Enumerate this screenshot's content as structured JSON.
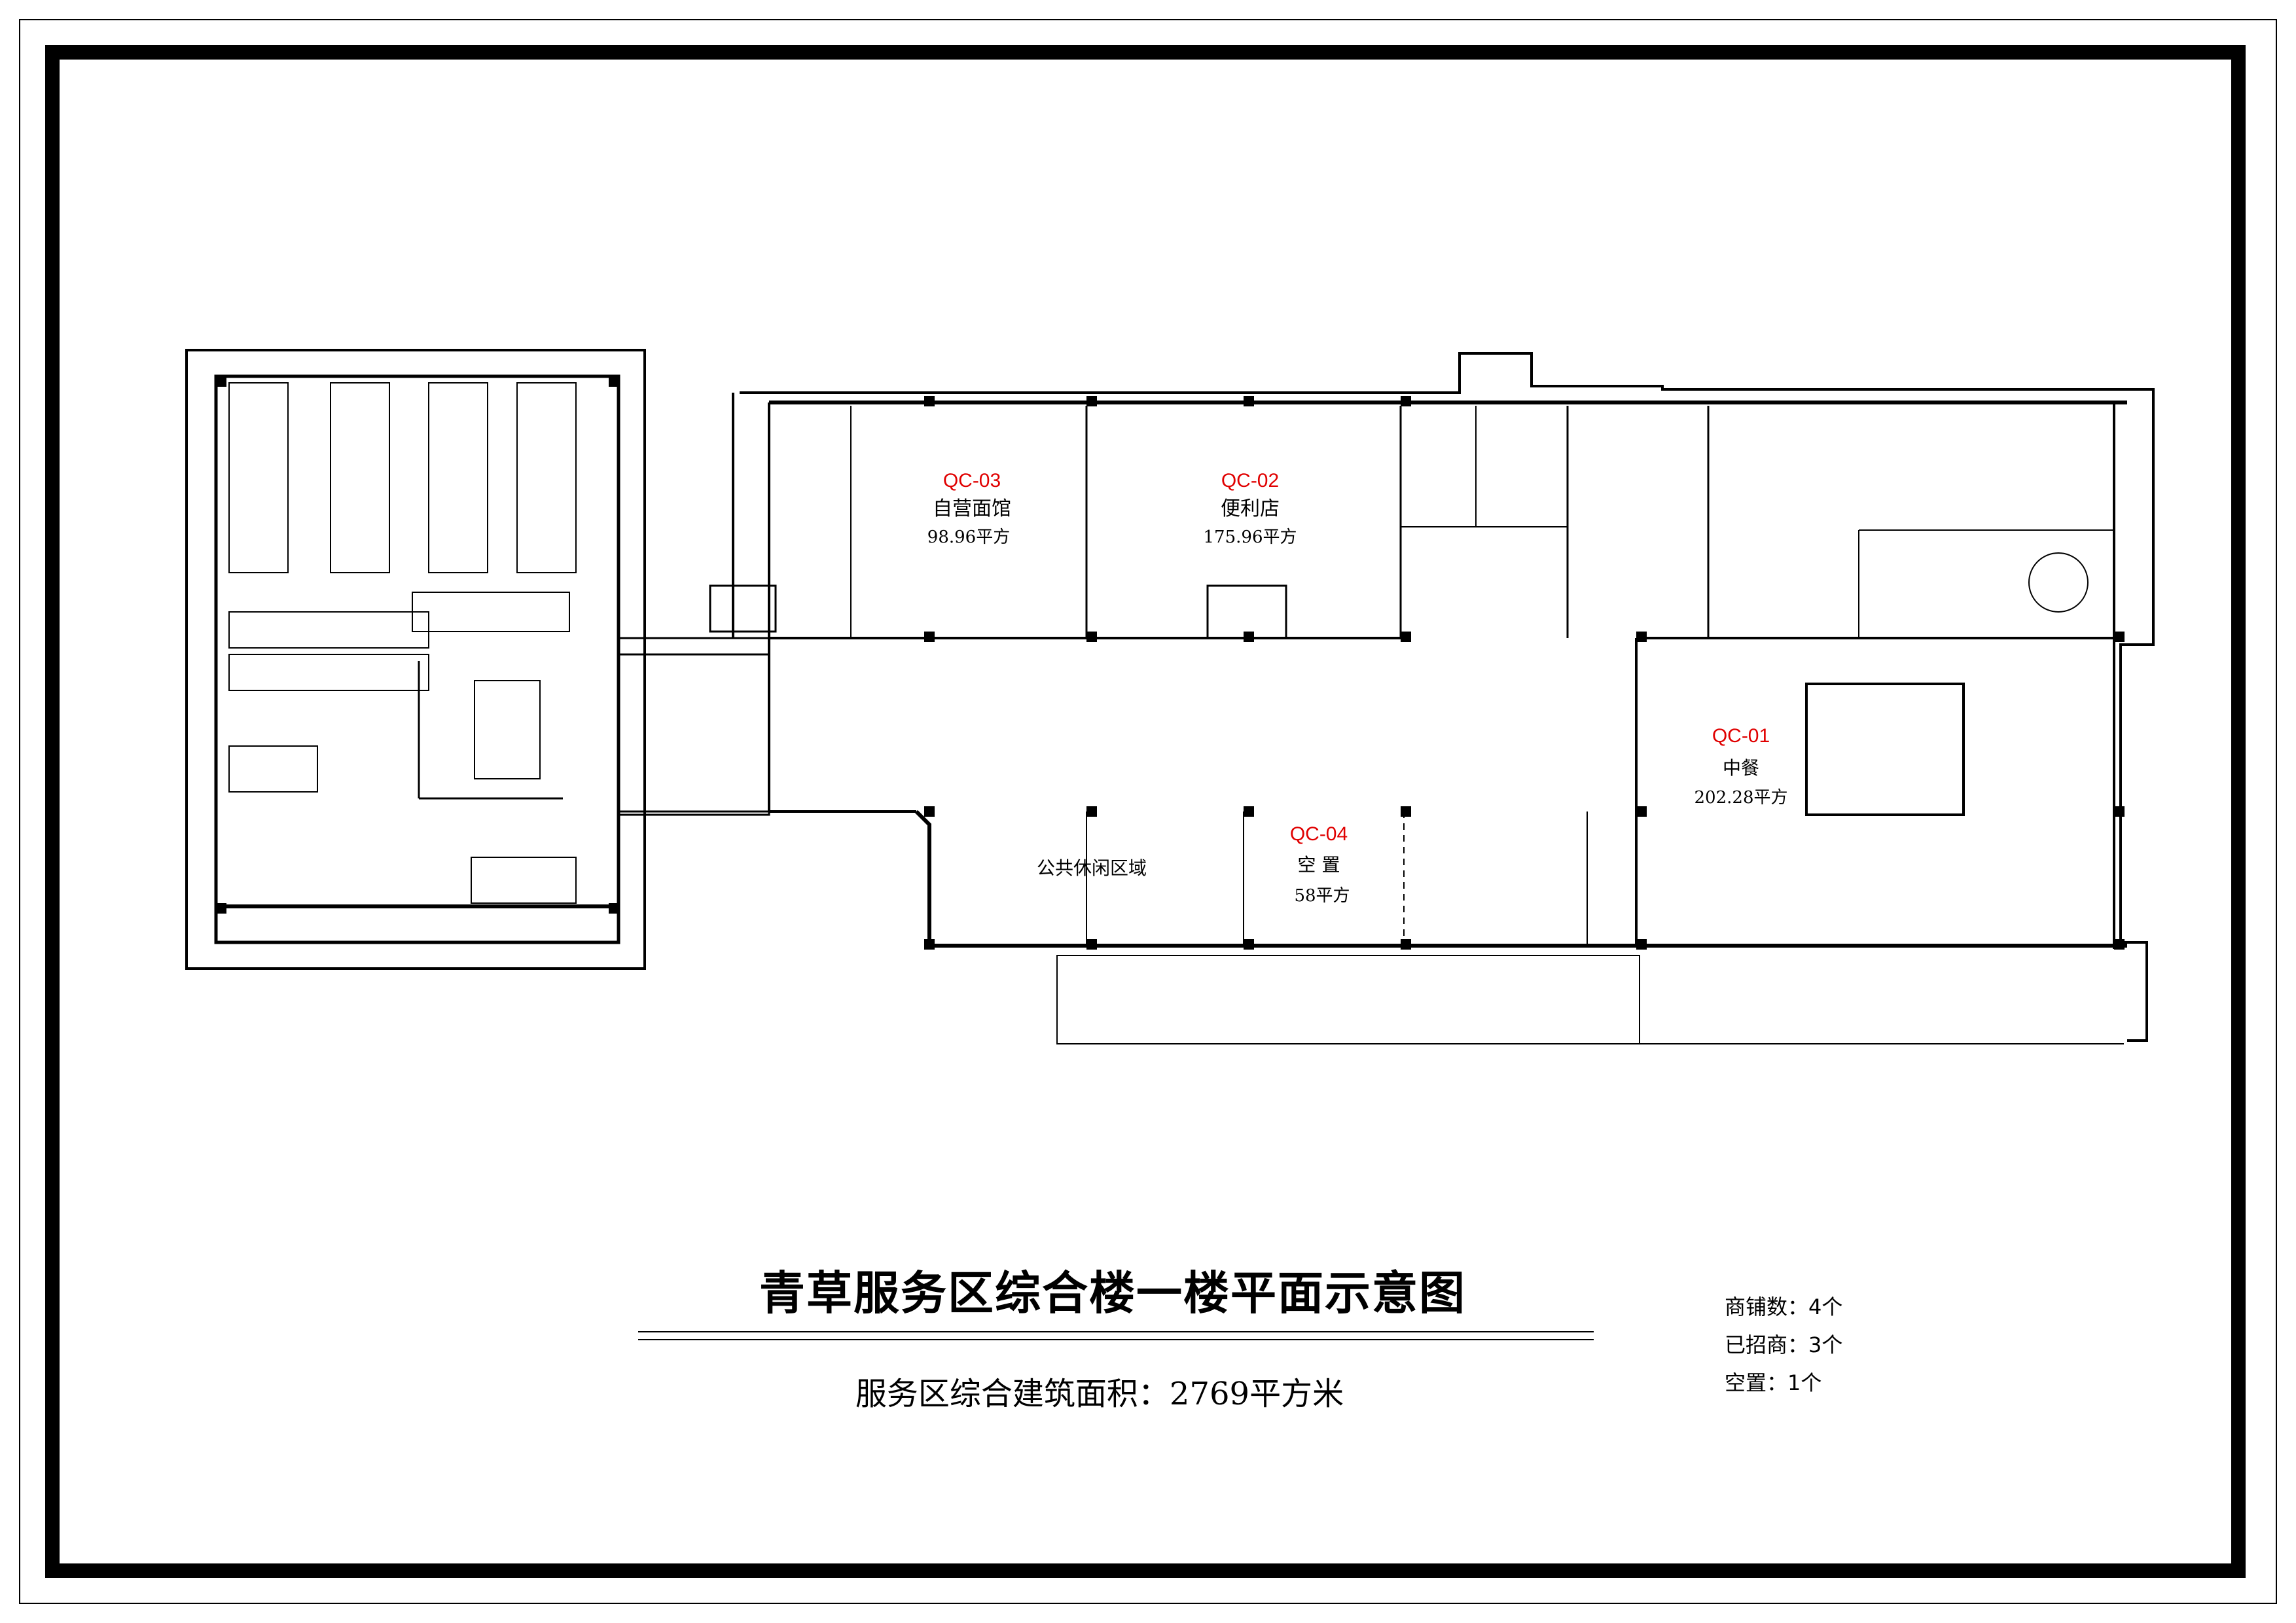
{
  "title": "青草服务区综合楼一楼平面示意图",
  "area_line": "服务区综合建筑面积：2769平方米",
  "stats": {
    "shops": "商铺数：4个",
    "leased": "已招商：3个",
    "vacant": "空置：1个"
  },
  "units": [
    {
      "code": "QC-03",
      "name": "自营面馆",
      "area": "98.96平方"
    },
    {
      "code": "QC-02",
      "name": "便利店",
      "area": "175.96平方"
    },
    {
      "code": "QC-04",
      "name": "空 置",
      "area": "58平方"
    },
    {
      "code": "QC-01",
      "name": "中餐",
      "area": "202.28平方"
    }
  ],
  "public_area": "公共休闲区域",
  "colors": {
    "unit_code": "#e00000",
    "line": "#000000"
  }
}
